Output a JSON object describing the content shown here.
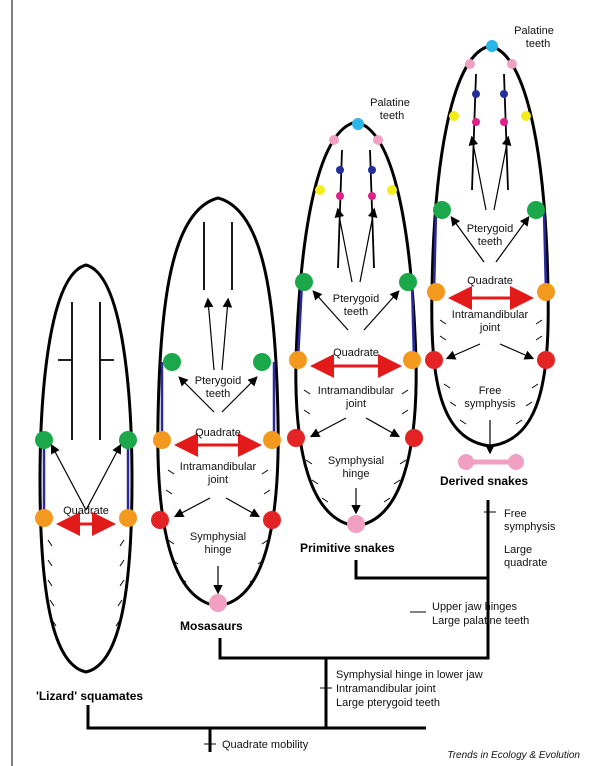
{
  "colors": {
    "joint_green": "#1aa84a",
    "joint_orange": "#f39a1e",
    "joint_red": "#e42424",
    "joint_pink": "#f1a0c2",
    "joint_cyan": "#2bb6e8",
    "joint_yellow": "#f4ec1a",
    "joint_magenta": "#e0208a",
    "joint_navy": "#24309a",
    "arrow_red": "#e21a1a",
    "jaw_blue": "#2a2aa0"
  },
  "groups": {
    "lizard": "'Lizard' squamates",
    "mosasaurs": "Mosasaurs",
    "primitive": "Primitive snakes",
    "derived": "Derived snakes"
  },
  "labels": {
    "lizard_quadrate": "Quadrate",
    "mosa_pterygoid": [
      "Pterygoid",
      "teeth"
    ],
    "mosa_quadrate": "Quadrate",
    "mosa_intramandibular": [
      "Intramandibular",
      "joint"
    ],
    "mosa_symphysial": [
      "Symphysial",
      "hinge"
    ],
    "prim_palatine": [
      "Palatine",
      "teeth"
    ],
    "prim_pterygoid": [
      "Pterygoid",
      "teeth"
    ],
    "prim_quadrate": "Quadrate",
    "prim_intramandibular": [
      "Intramandibular",
      "joint"
    ],
    "prim_symphysial": [
      "Symphysial",
      "hinge"
    ],
    "der_palatine": [
      "Palatine",
      "teeth"
    ],
    "der_pterygoid": [
      "Pterygoid",
      "teeth"
    ],
    "der_quadrate": "Quadrate",
    "der_intramandibular": [
      "Intramandibular",
      "joint"
    ],
    "der_free": [
      "Free",
      "symphysis"
    ]
  },
  "characters": {
    "derived": [
      "Free",
      "symphysis",
      "Large",
      "quadrate"
    ],
    "snakes": [
      "Upper jaw hinges",
      "Large palatine teeth"
    ],
    "mosa_snakes": [
      "Symphysial hinge in lower jaw",
      "Intramandibular joint",
      "Large pterygoid teeth"
    ],
    "root": "Quadrate mobility"
  },
  "source": "Trends in Ecology & Evolution"
}
